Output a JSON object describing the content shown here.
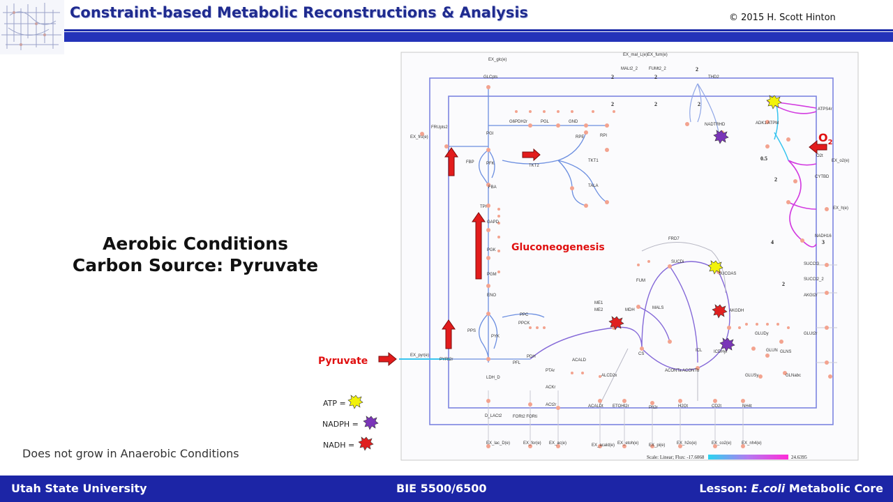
{
  "header": {
    "title": "Constraint-based Metabolic Reconstructions & Analysis",
    "copyright": "© 2015 H. Scott Hinton"
  },
  "slide": {
    "heading_line1": "Aerobic Conditions",
    "heading_line2": "Carbon Source: Pyruvate",
    "note": "Does not grow in Anaerobic Conditions"
  },
  "callouts": {
    "gluconeogenesis": "Gluconeogenesis",
    "pyruvate": "Pyruvate",
    "o2": "O2"
  },
  "legend": {
    "atp": "ATP =",
    "nadph": "NADPH =",
    "nadh": "NADH =",
    "colors": {
      "atp": "#f2f20a",
      "nadph": "#7a35b8",
      "nadh": "#e02020"
    }
  },
  "map_labels": {
    "ex_glc": "EX_glc(e)",
    "glcpts": "GLCpts",
    "ex_mal_fum": "EX_mal_L(e)EX_fum(e)",
    "mall2": "MALt2_2",
    "fumt2": "FUMt2_2",
    "thd2": "THD2",
    "atps4r": "ATPS4r",
    "atpm": "ATPM",
    "adk1": "ADK1",
    "nadtrhd": "NADTRHD",
    "cytbd": "CYTBD",
    "o2t": "O2t",
    "ex_o2": "EX_o2(e)",
    "ex_h": "EX_h(e)",
    "nadh16": "NADH16",
    "frupts2": "FRUpts2",
    "ex_fru": "EX_fru(e)",
    "pgi": "PGI",
    "g6pdh2r": "G6PDH2r",
    "pgl": "PGL",
    "gnd": "GND",
    "rpi": "RPI",
    "rpe": "RPE",
    "tkt1": "TKT1",
    "tkt2": "TKT2",
    "tala": "TALA",
    "fbp": "FBP",
    "pfk": "PFK",
    "fba": "FBA",
    "tpi": "TPI",
    "gapd": "GAPD",
    "pgk": "PGK",
    "pgm": "PGM",
    "eno": "ENO",
    "pps": "PPS",
    "pyk": "PYK",
    "ppc": "PPC",
    "ppck": "PPCK",
    "me1": "ME1",
    "me2": "ME2",
    "mdh": "MDH",
    "fum": "FUM",
    "frd7": "FRD7",
    "succdi": "SUCDi",
    "sucoas": "SUCOAS",
    "akgdh": "AKGDH",
    "mals": "MALS",
    "icl": "ICL",
    "cs": "CS",
    "acont": "ACONTa ACONTb",
    "icdhyr": "ICDHyr",
    "glus": "GLUSy",
    "glun": "GLUN",
    "glns": "GLNS",
    "glnabc": "GLNabc",
    "glu": "GLUDy",
    "succt3": "SUCCt3",
    "succt2": "SUCCt2_2",
    "akgt2r": "AKGt2r",
    "glut2r": "GLUt2r",
    "ex_pyr": "EX_pyr(e)",
    "pyrt2r": "PYRt2r",
    "pdh": "PDH",
    "pfl": "PFL",
    "ldh": "LDH_D",
    "ptar": "PTAr",
    "ackr": "ACKr",
    "acald": "ACALD",
    "alcd2x": "ALCD2x",
    "act2r": "ACt2r",
    "d_lact2": "D_LACt2",
    "fort": "FORt2 FORti",
    "acaldt": "ACALDt",
    "etoht2r": "ETOHt2r",
    "pit2r": "PIt2r",
    "h2ot": "H2Ot",
    "co2t": "CO2t",
    "nh4t": "NH4t",
    "ex_lac": "EX_lac_D(e)",
    "ex_for": "EX_for(e)",
    "ex_ac": "EX_ac(e)",
    "ex_acald": "EX_acald(e)",
    "ex_etoh": "EX_etoh(e)",
    "ex_pi": "EX_pi(e)",
    "ex_h2o": "EX_h2o(e)",
    "ex_co2": "EX_co2(e)",
    "ex_nh4": "EX_nh4(e)",
    "scale": "Scale: Linear; Flux: -17.6068",
    "scale_max": "24.6395",
    "coef_2": "2",
    "coef_05": "0.5",
    "coef_3": "3",
    "coef_4": "4"
  },
  "footer": {
    "left": "Utah State University",
    "middle": "BIE 5500/6500",
    "right_prefix": "Lesson:",
    "right_italic": "E.coli",
    "right_suffix": "Metabolic Core"
  }
}
